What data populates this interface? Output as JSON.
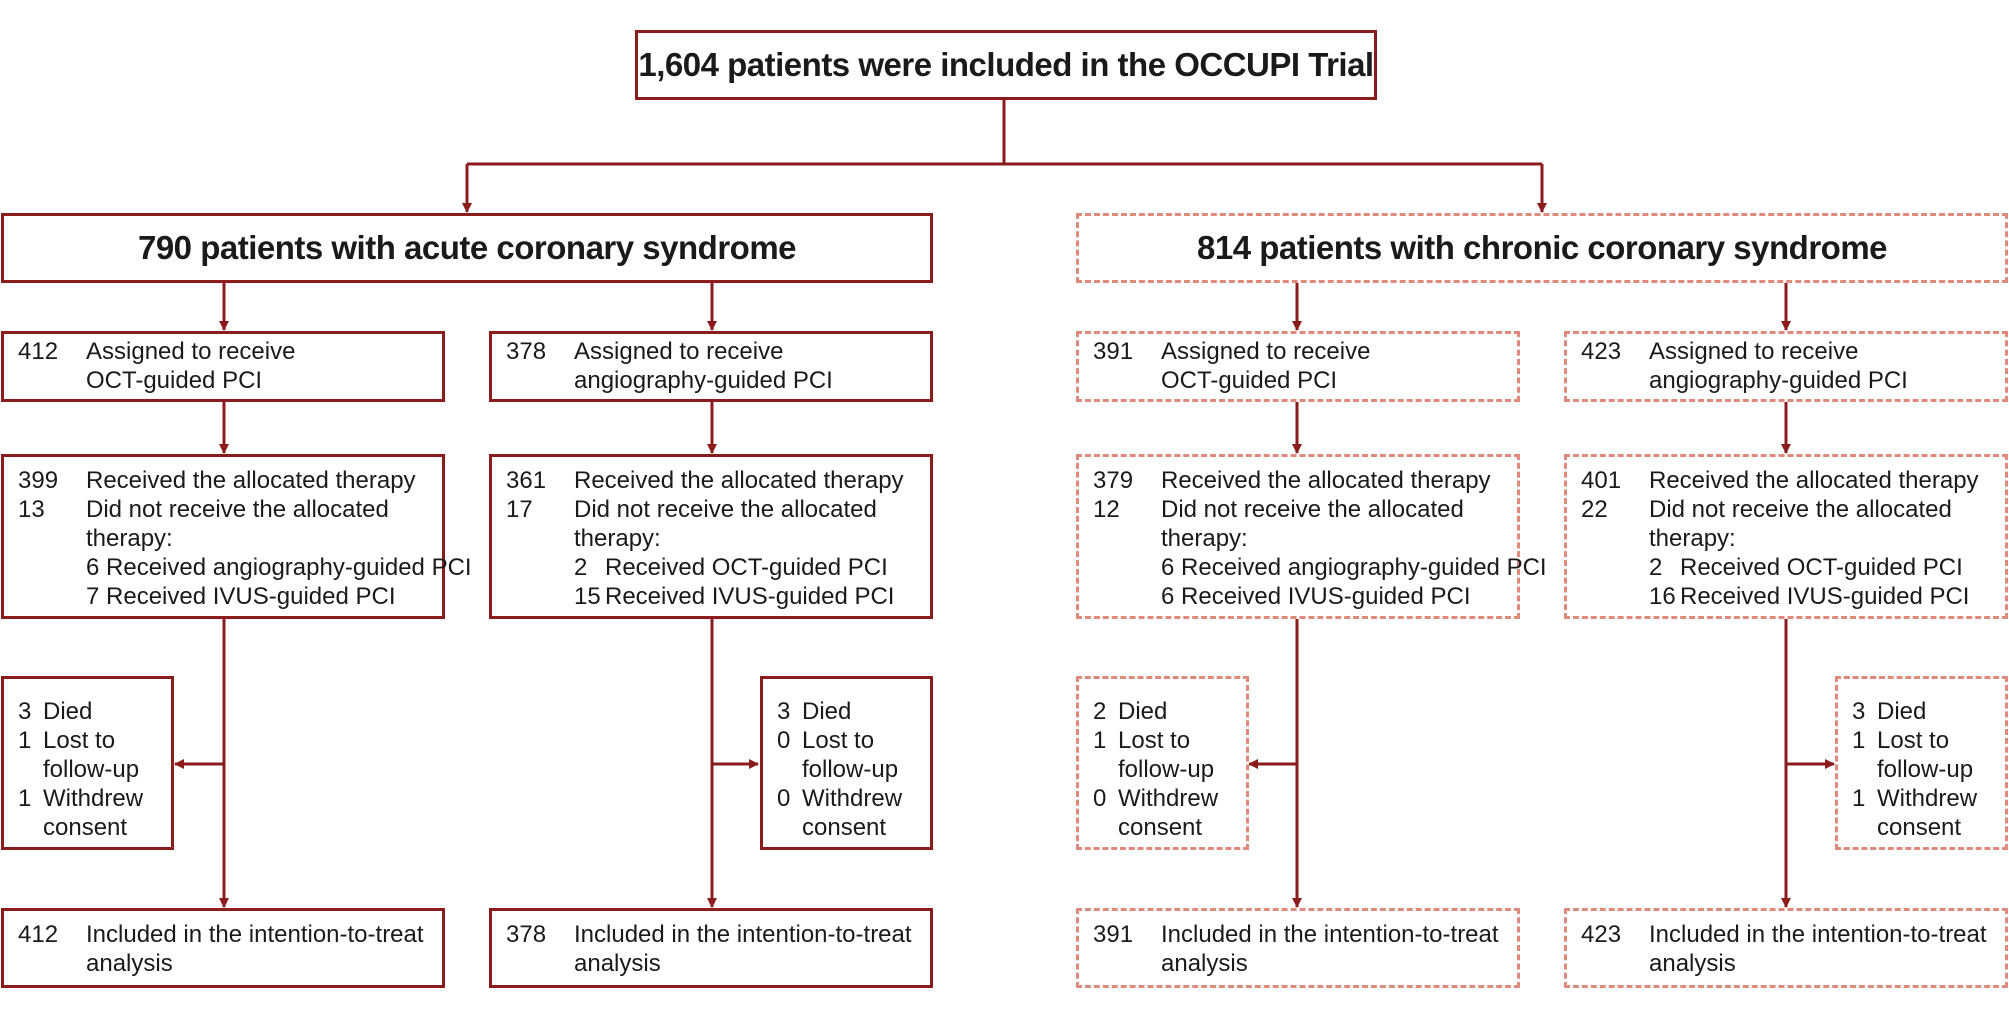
{
  "top": {
    "label": "1,604 patients were included in the OCCUPI Trial"
  },
  "colors": {
    "solid": "#8b1c1c",
    "dashed": "#e08a7e",
    "arrow": "#8b1c1c"
  },
  "acs": {
    "label": "790 patients with acute coronary syndrome",
    "oct": {
      "assigned": {
        "n": "412",
        "l1": "Assigned to receive",
        "l2": "OCT-guided PCI"
      },
      "received": {
        "n1": "399",
        "t1": "Received the allocated therapy",
        "n2": "13",
        "t2": "Did not receive the allocated",
        "t3": "therapy:",
        "s1": "6 Received angiography-guided PCI",
        "s2": "7 Received IVUS-guided PCI"
      },
      "loss": {
        "d_n": "3",
        "d_t": "Died",
        "l_n": "1",
        "l_t1": "Lost to",
        "l_t2": "follow-up",
        "w_n": "1",
        "w_t1": "Withdrew",
        "w_t2": "consent"
      },
      "itt": {
        "n": "412",
        "l1": "Included in the intention-to-treat",
        "l2": "analysis"
      }
    },
    "angio": {
      "assigned": {
        "n": "378",
        "l1": "Assigned to receive",
        "l2": "angiography-guided PCI"
      },
      "received": {
        "n1": "361",
        "t1": "Received the allocated therapy",
        "n2": "17",
        "t2": "Did not receive the allocated",
        "t3": "therapy:",
        "s1n": "2",
        "s1t": "Received OCT-guided PCI",
        "s2n": "15",
        "s2t": "Received IVUS-guided PCI"
      },
      "loss": {
        "d_n": "3",
        "d_t": "Died",
        "l_n": "0",
        "l_t1": "Lost to",
        "l_t2": "follow-up",
        "w_n": "0",
        "w_t1": "Withdrew",
        "w_t2": "consent"
      },
      "itt": {
        "n": "378",
        "l1": "Included in the intention-to-treat",
        "l2": "analysis"
      }
    }
  },
  "ccs": {
    "label": "814 patients with chronic coronary syndrome",
    "oct": {
      "assigned": {
        "n": "391",
        "l1": "Assigned to receive",
        "l2": "OCT-guided PCI"
      },
      "received": {
        "n1": "379",
        "t1": "Received the allocated therapy",
        "n2": "12",
        "t2": "Did not receive the allocated",
        "t3": "therapy:",
        "s1": "6 Received angiography-guided PCI",
        "s2": "6 Received IVUS-guided PCI"
      },
      "loss": {
        "d_n": "2",
        "d_t": "Died",
        "l_n": "1",
        "l_t1": "Lost to",
        "l_t2": "follow-up",
        "w_n": "0",
        "w_t1": "Withdrew",
        "w_t2": "consent"
      },
      "itt": {
        "n": "391",
        "l1": "Included in the intention-to-treat",
        "l2": "analysis"
      }
    },
    "angio": {
      "assigned": {
        "n": "423",
        "l1": "Assigned to receive",
        "l2": "angiography-guided PCI"
      },
      "received": {
        "n1": "401",
        "t1": "Received the allocated therapy",
        "n2": "22",
        "t2": "Did not receive the allocated",
        "t3": "therapy:",
        "s1n": "2",
        "s1t": "Received OCT-guided PCI",
        "s2n": "16",
        "s2t": "Received IVUS-guided PCI"
      },
      "loss": {
        "d_n": "3",
        "d_t": "Died",
        "l_n": "1",
        "l_t1": "Lost to",
        "l_t2": "follow-up",
        "w_n": "1",
        "w_t1": "Withdrew",
        "w_t2": "consent"
      },
      "itt": {
        "n": "423",
        "l1": "Included in the intention-to-treat",
        "l2": "analysis"
      }
    }
  }
}
